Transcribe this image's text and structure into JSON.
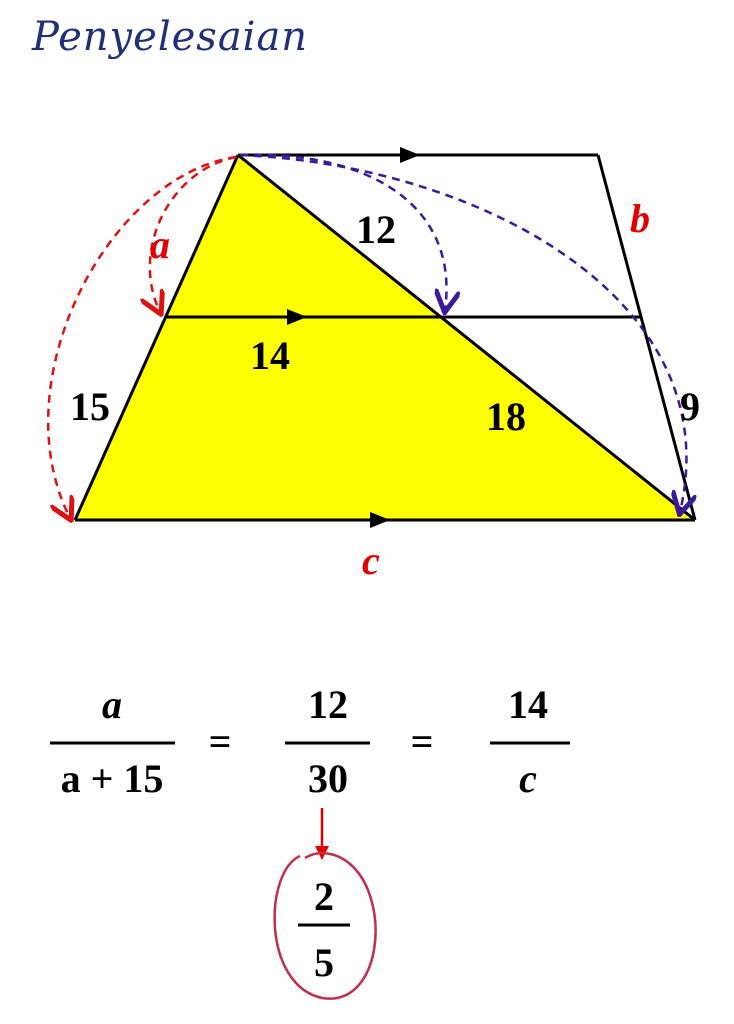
{
  "title": "Penyelesaian",
  "colors": {
    "fill": "#ffff00",
    "red_label": "#e00000",
    "red_arrow": "#dd1111",
    "blue_arrow": "#3a1a9a",
    "circle": "#c0304a"
  },
  "diagram": {
    "labels": {
      "a": "a",
      "b": "b",
      "c": "c",
      "twelve": "12",
      "fourteen": "14",
      "fifteen": "15",
      "eighteen": "18",
      "nine": "9"
    }
  },
  "equation": {
    "frac1_num": "a",
    "frac1_den": "a + 15",
    "eq1": "=",
    "frac2_num": "12",
    "frac2_den": "30",
    "eq2": "=",
    "frac3_num": "14",
    "frac3_den": "c",
    "simplified_num": "2",
    "simplified_den": "5"
  }
}
